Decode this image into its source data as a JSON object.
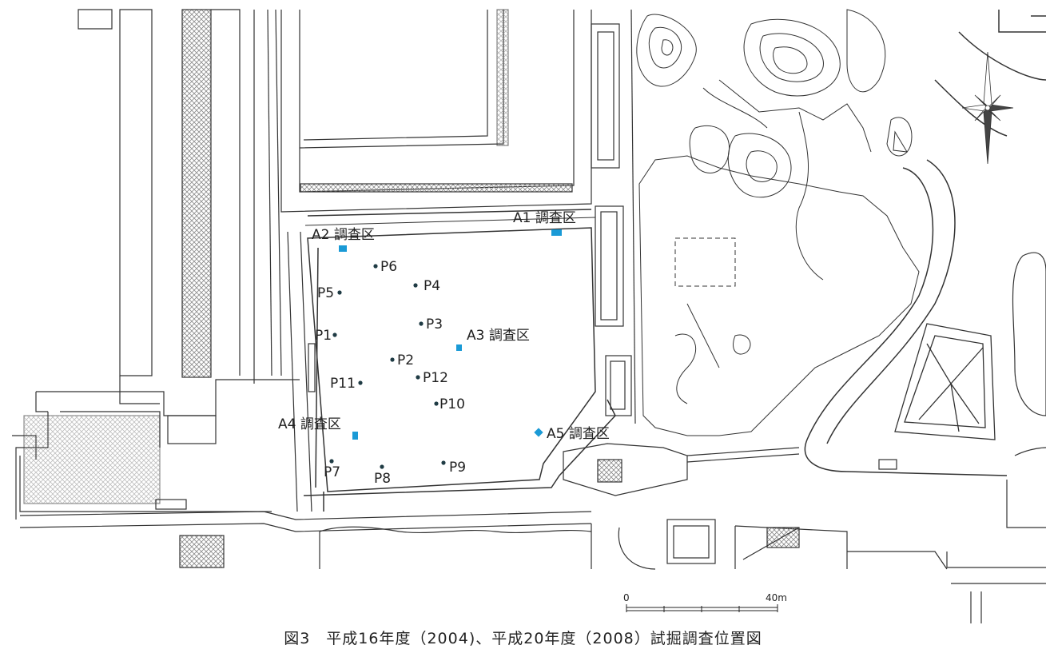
{
  "survey_areas": [
    {
      "id": "A1",
      "label": "A1 調査区"
    },
    {
      "id": "A2",
      "label": "A2 調査区"
    },
    {
      "id": "A3",
      "label": "A3 調査区"
    },
    {
      "id": "A4",
      "label": "A4 調査区"
    },
    {
      "id": "A5",
      "label": "A5 調査区"
    }
  ],
  "points": [
    {
      "label": "P1"
    },
    {
      "label": "P2"
    },
    {
      "label": "P3"
    },
    {
      "label": "P4"
    },
    {
      "label": "P5"
    },
    {
      "label": "P6"
    },
    {
      "label": "P7"
    },
    {
      "label": "P8"
    },
    {
      "label": "P9"
    },
    {
      "label": "P10"
    },
    {
      "label": "P11"
    },
    {
      "label": "P12"
    }
  ],
  "scale_bar": {
    "start_label": "0",
    "end_label": "40m"
  },
  "caption": "図3　平成16年度（2004)、平成20年度（2008）試掘調査位置図",
  "colors": {
    "survey_area": "#1a9ad6",
    "line": "#333333",
    "hatch": "#999999"
  },
  "icons": {
    "north_arrow": "compass-rose-icon"
  }
}
